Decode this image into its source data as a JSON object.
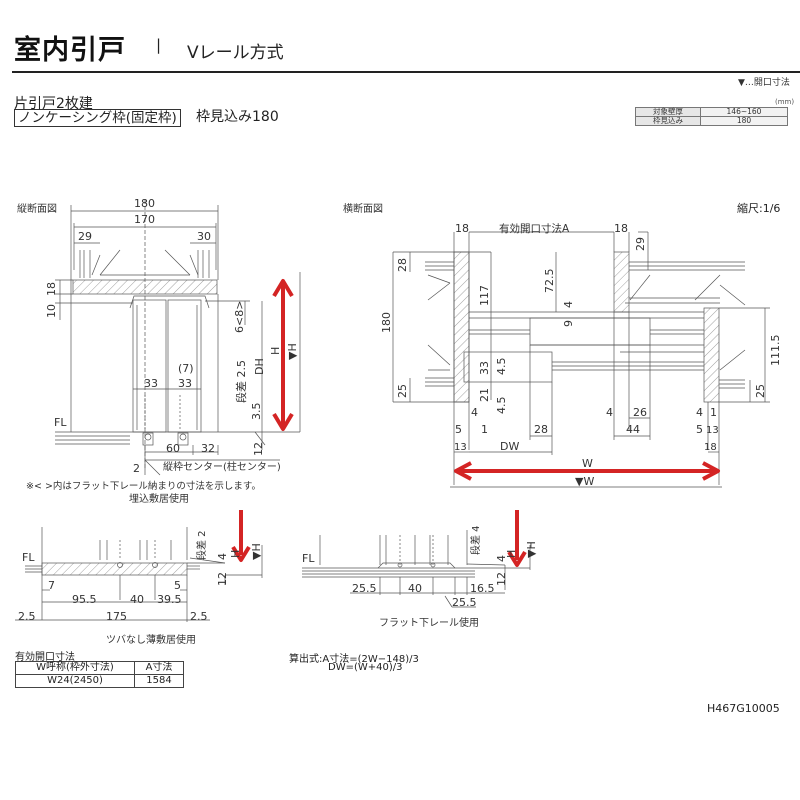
{
  "header": {
    "title": "室内引戸",
    "separator": "|",
    "subtitle": "Vレール方式",
    "legend": "▼…開口寸法",
    "type_label": "片引戸2枚建",
    "frame_type": "ノンケーシング枠(固定枠)",
    "frame_depth": "枠見込み180"
  },
  "spec_table": {
    "unit": "(mm)",
    "rows": [
      {
        "label": "対象壁厚",
        "value": "146~160"
      },
      {
        "label": "枠見込み",
        "value": "180"
      }
    ]
  },
  "vertical_section": {
    "title": "縦断面図",
    "dims": {
      "d180": "180",
      "d170": "170",
      "d29": "29",
      "d30": "30",
      "d18": "18",
      "d10": "10",
      "d6_8": "6<8>",
      "d7": "(7)",
      "d33a": "33",
      "d33b": "33",
      "d2_5": "段差 2.5",
      "d3_5": "3.5",
      "d60": "60",
      "d32": "32",
      "d12": "12",
      "d2": "2",
      "DH": "DH",
      "H": "H",
      "H_open": "▼H",
      "FL": "FL"
    },
    "center_label": "縦枠センター(柱センター)",
    "note": "※< >内はフラット下レール納まりの寸法を示します。"
  },
  "horizontal_section": {
    "title": "横断面図",
    "scale": "縮尺:1/6",
    "dims": {
      "d18l": "18",
      "A": "有効開口寸法A",
      "d18r": "18",
      "d29": "29",
      "d28": "28",
      "d117": "117",
      "d72_5": "72.5",
      "d4t": "4",
      "d9": "9",
      "d180": "180",
      "d111_5": "111.5",
      "d33": "33",
      "d4_5a": "4.5",
      "d21": "21",
      "d4_5b": "4.5",
      "d25l": "25",
      "d25r": "25",
      "d4a": "4",
      "d5a": "5",
      "d1a": "1",
      "d13a": "13",
      "d28b": "28",
      "DW": "DW",
      "d4b": "4",
      "d26": "26",
      "d44": "44",
      "d4c": "4",
      "d1b": "1",
      "d5b": "5",
      "d13b": "13",
      "d18b": "18",
      "W": "W",
      "W_open": "▼W"
    }
  },
  "sill_embedded": {
    "title": "埋込敷居使用",
    "dims": {
      "FL": "FL",
      "d7": "7",
      "d5": "5",
      "d95_5": "95.5",
      "d40": "40",
      "d39_5": "39.5",
      "d2_5l": "2.5",
      "d175": "175",
      "d2_5r": "2.5",
      "step": "段差 2",
      "d4": "4",
      "d12": "12",
      "H": "H",
      "H_open": "▼H"
    },
    "caption": "ツバなし薄敷居使用"
  },
  "sill_flat": {
    "dims": {
      "FL": "FL",
      "d25_5a": "25.5",
      "d40": "40",
      "d16_5": "16.5",
      "d25_5b": "25.5",
      "step": "段差 4",
      "d4": "4",
      "d12": "12",
      "H": "H",
      "H_open": "▼H"
    },
    "caption": "フラット下レール使用"
  },
  "opening_table": {
    "title": "有効開口寸法",
    "headers": [
      "W呼称(枠外寸法)",
      "A寸法"
    ],
    "rows": [
      [
        "W24(2450)",
        "1584"
      ]
    ]
  },
  "formula": {
    "line1": "算出式:A寸法=(2W−148)/3",
    "line2": "DW=(W+40)/3"
  },
  "product_code": "H467G10005",
  "colors": {
    "arrow": "#d42424",
    "line": "#555555",
    "hatch": "#777777"
  }
}
